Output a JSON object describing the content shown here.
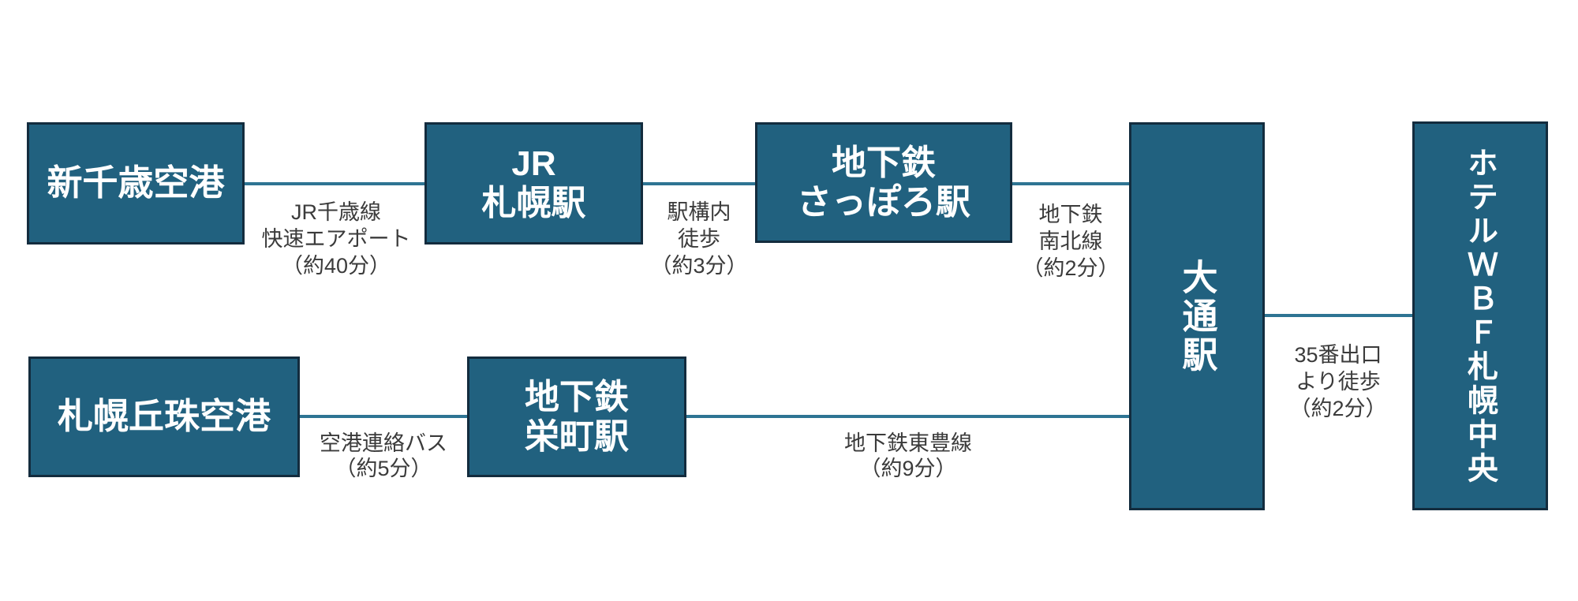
{
  "diagram": {
    "background": "#ffffff",
    "colors": {
      "node_fill": "#21617f",
      "node_border": "#132c3e",
      "node_text": "#ffffff",
      "connector_line": "#2e7493",
      "label_text": "#3b3b3b"
    },
    "nodes": [
      {
        "id": "shin-chitose-airport",
        "lines": [
          "新千歳空港"
        ]
      },
      {
        "id": "jr-sapporo-station",
        "lines": [
          "JR",
          "札幌駅"
        ]
      },
      {
        "id": "subway-sapporo-station",
        "lines": [
          "地下鉄",
          "さっぽろ駅"
        ]
      },
      {
        "id": "odori-station",
        "label": "大通駅"
      },
      {
        "id": "hotel-wbf-sapporo-chuo",
        "label": "ホテルＷＢＦ札幌中央"
      },
      {
        "id": "sapporo-okadama-airport",
        "lines": [
          "札幌丘珠空港"
        ]
      },
      {
        "id": "subway-sakaemachi-station",
        "lines": [
          "地下鉄",
          "栄町駅"
        ]
      }
    ],
    "edges": [
      {
        "id": "jr-chitose-line",
        "lines": [
          "JR千歳線",
          "快速エアポート",
          "（約40分）"
        ]
      },
      {
        "id": "station-inside-walk",
        "lines": [
          "駅構内",
          "徒歩",
          "（約3分）"
        ]
      },
      {
        "id": "subway-namboku-line",
        "lines": [
          "地下鉄",
          "南北線",
          "（約2分）"
        ]
      },
      {
        "id": "exit35-walk",
        "lines": [
          "35番出口",
          "より徒歩",
          "（約2分）"
        ]
      },
      {
        "id": "airport-shuttle-bus",
        "lines": [
          "空港連絡バス",
          "（約5分）"
        ]
      },
      {
        "id": "subway-toho-line",
        "lines": [
          "地下鉄東豊線",
          "（約9分）"
        ]
      }
    ]
  }
}
